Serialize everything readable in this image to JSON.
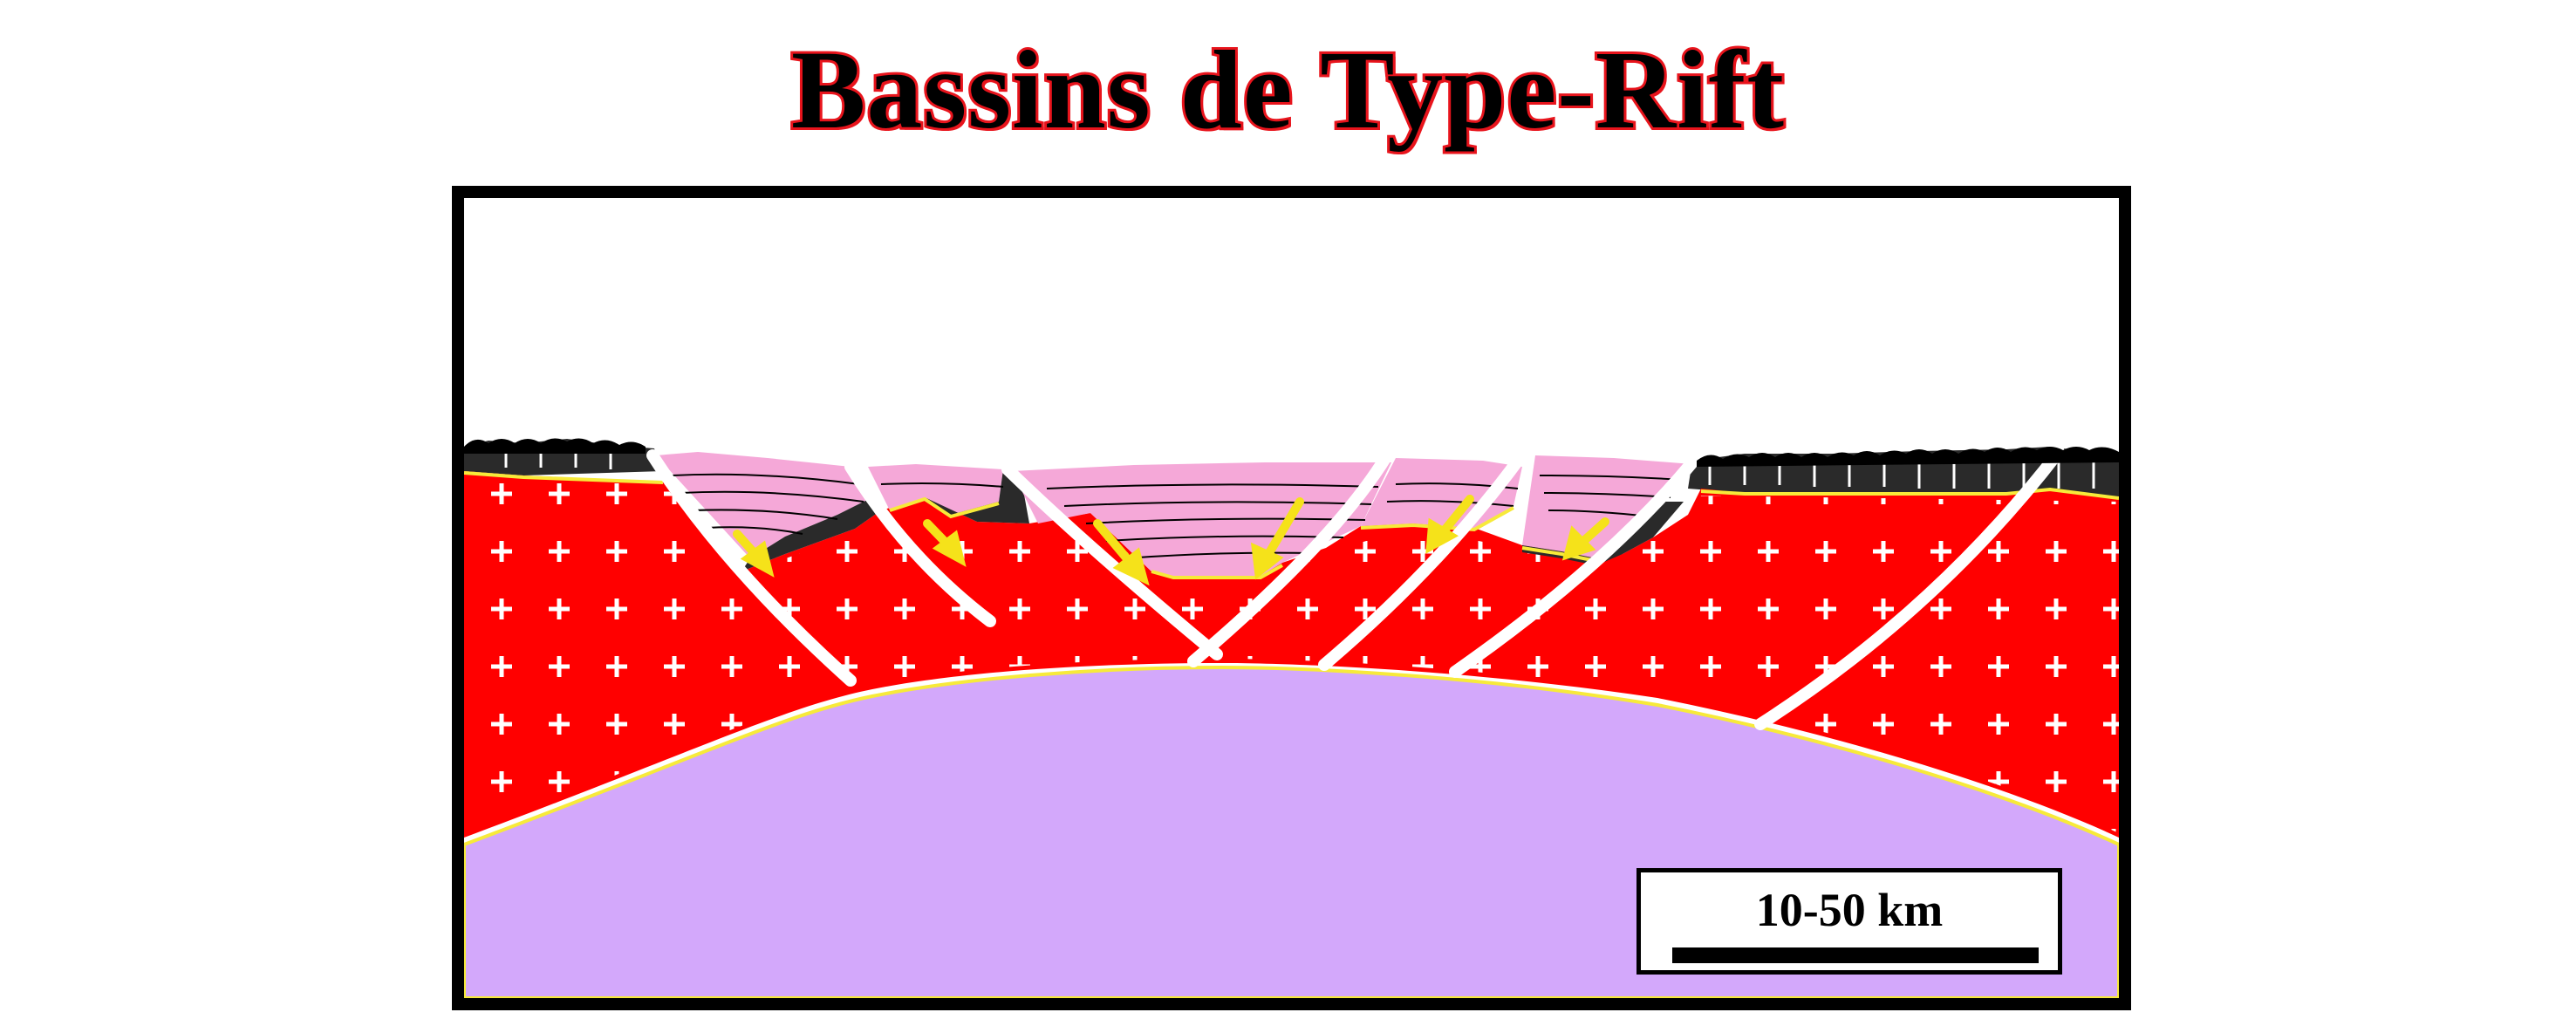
{
  "title": "Bassins de Type-Rift",
  "scale_bar": {
    "label": "10-50 km"
  },
  "colors": {
    "frame": "#000000",
    "crust": "#ff0000",
    "mantle": "#d3a8fb",
    "syn_rift_sediments": "#f5a8d8",
    "pre_rift_sediments": "#2a2a2a",
    "boundary_line": "#f7ea3a",
    "faults": "#ffffff",
    "subsidence_arrows": "#f5e21a",
    "title_outline": "#e8141c"
  },
  "icons": [
    "crust-cross-symbol",
    "subsidence-arrow"
  ]
}
